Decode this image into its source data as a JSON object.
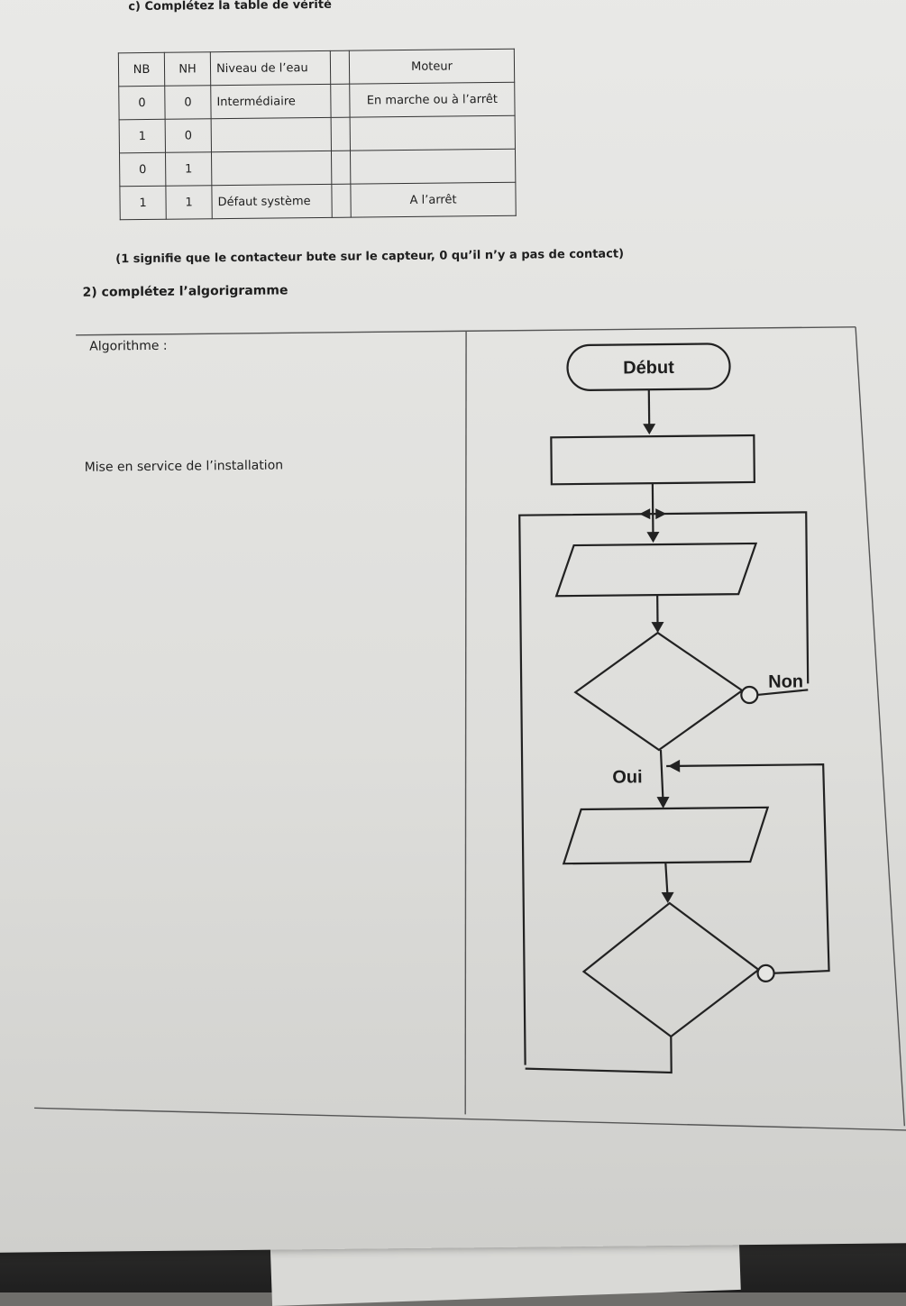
{
  "section_c": {
    "title": "c) Complétez la table de vérité"
  },
  "truth_table": {
    "headers": [
      "NB",
      "NH",
      "Niveau de l’eau",
      "",
      "Moteur"
    ],
    "rows": [
      [
        "0",
        "0",
        "Intermédiaire",
        "",
        "En marche ou à l’arrêt"
      ],
      [
        "1",
        "0",
        "",
        "",
        ""
      ],
      [
        "0",
        "1",
        "",
        "",
        ""
      ],
      [
        "1",
        "1",
        "Défaut système",
        "",
        "A l’arrêt"
      ]
    ]
  },
  "note": "(1 signifie que le contacteur bute sur le capteur, 0 qu’il n’y a pas de contact)",
  "section_2": {
    "title": "2) complétez l’algorigramme"
  },
  "algorithm": {
    "label": "Algorithme :",
    "line1": "Mise en service de l’installation"
  },
  "flowchart": {
    "start": "Début",
    "no_label": "Non",
    "yes_label": "Oui"
  }
}
